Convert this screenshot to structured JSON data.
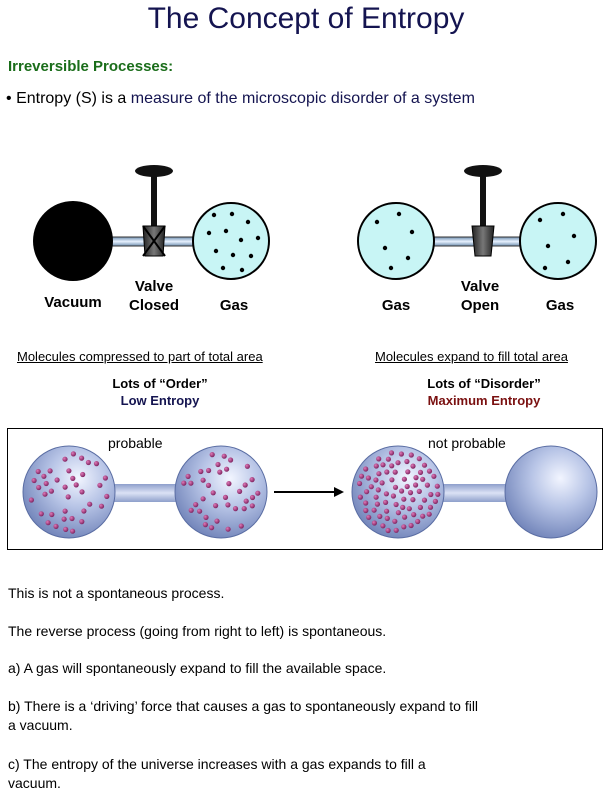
{
  "title": "The Concept of Entropy",
  "section_heading": "Irreversible Processes:",
  "bullet": {
    "marker": "•",
    "prefix": "Entropy (S) is a ",
    "highlight": "measure of the microscopic disorder of a system"
  },
  "left_setup": {
    "vacuum_label": "Vacuum",
    "valve_label_1": "Valve",
    "valve_label_2": "Closed",
    "gas_label": "Gas",
    "caption": "Molecules compressed to part of total area",
    "state": "Lots of “Order”",
    "entropy": "Low Entropy",
    "entropy_color": "#141450"
  },
  "right_setup": {
    "gas_left_label": "Gas",
    "valve_label_1": "Valve",
    "valve_label_2": "Open",
    "gas_right_label": "Gas",
    "caption": "Molecules expand to fill total area",
    "state": "Lots of “Disorder”",
    "entropy": "Maximum Entropy",
    "entropy_color": "#7a1010"
  },
  "probability_panel": {
    "left_label": "probable",
    "right_label": "not probable"
  },
  "paragraphs": [
    "This is not a spontaneous process.",
    "The reverse process (going from right to left) is spontaneous.",
    "a) A gas will spontaneously expand to fill the available space.",
    "b) There is a ‘driving’ force that causes a gas to spontaneously expand to fill",
    "a vacuum.",
    "c) The entropy of the universe increases with a gas expands to fill a",
    "vacuum."
  ],
  "colors": {
    "title": "#141450",
    "heading": "#1a6d1a",
    "gas_fill": "#c8f5f5",
    "bulb_blue": "#a9b8dc",
    "molecule": "#8a2a6a"
  }
}
